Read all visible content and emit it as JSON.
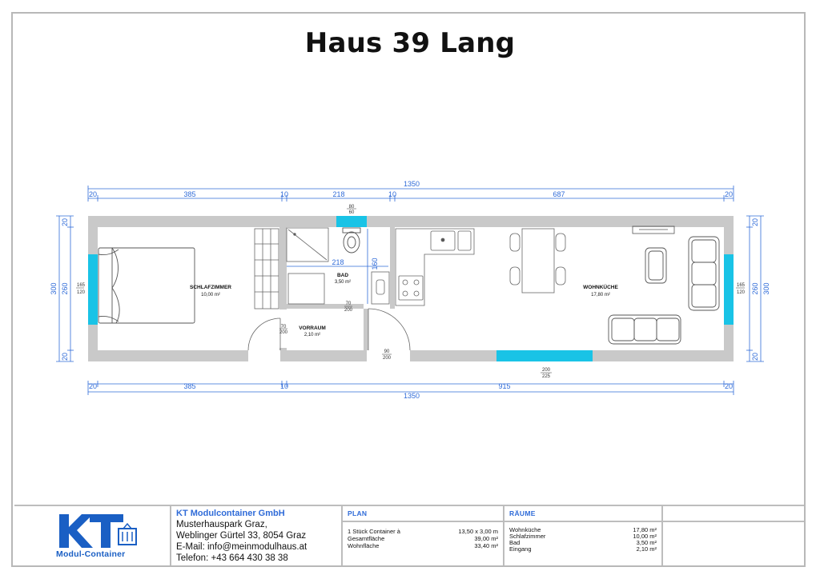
{
  "title": "Haus 39 Lang",
  "dimensions": {
    "top_total": "1350",
    "top_segments": [
      "20",
      "385",
      "10",
      "218",
      "10",
      "687",
      "20"
    ],
    "bottom_total": "1350",
    "bottom_segments": [
      "20",
      "385",
      "10",
      "915",
      "20"
    ],
    "left": {
      "total": "300",
      "inner": "260",
      "wall_top": "20",
      "wall_bottom": "20",
      "window_w": "165",
      "window_h": "120"
    },
    "right": {
      "total": "300",
      "inner": "260",
      "wall_top": "20",
      "wall_bottom": "20",
      "window_w": "165",
      "window_h": "120"
    },
    "bath_window": {
      "w": "80",
      "h": "60"
    },
    "bath_width": "218",
    "bath_depth": "160",
    "door_vorraum": {
      "w": "70",
      "h": "200"
    },
    "door_bad": {
      "w": "70",
      "h": "200"
    },
    "entrance_door": {
      "w": "90",
      "h": "200"
    },
    "patio_window": {
      "w": "200",
      "h": "225"
    }
  },
  "rooms": {
    "schlafzimmer": {
      "name": "SCHLAFZIMMER",
      "area": "10,00 m²"
    },
    "bad": {
      "name": "BAD",
      "area": "3,50 m²"
    },
    "vorraum": {
      "name": "VORRAUM",
      "area": "2,10 m²"
    },
    "wohnkueche": {
      "name": "WOHNKÜCHE",
      "area": "17,80 m²"
    }
  },
  "titleblock": {
    "logo_text": "Modul-Container",
    "logo_letters": "KT",
    "company": {
      "name": "KT Modulcontainer GmbH",
      "lines": [
        "Musterhauspark Graz,",
        "Weblinger Gürtel 33, 8054 Graz",
        "E-Mail: info@meinmodulhaus.at",
        "Telefon: +43 664 430 38 38"
      ]
    },
    "plan": {
      "heading": "PLAN",
      "rows": [
        {
          "label": "1 Stück Container à",
          "value": "13,50 x 3,00 m"
        },
        {
          "label": "Gesamtfläche",
          "value": "39,00 m²"
        },
        {
          "label": "Wohnfläche",
          "value": "33,40 m²"
        }
      ]
    },
    "raeume": {
      "heading": "RÄUME",
      "rows": [
        {
          "label": "Wohnküche",
          "value": "17,80 m²"
        },
        {
          "label": "Schlafzimmer",
          "value": "10,00 m²"
        },
        {
          "label": "Bad",
          "value": "3,50 m²"
        },
        {
          "label": "Eingang",
          "value": "2,10 m²"
        }
      ]
    }
  },
  "colors": {
    "dimension": "#2f6bd8",
    "window": "#19c3e6",
    "wall": "#c9c9c9",
    "brand": "#1a5fc4"
  }
}
